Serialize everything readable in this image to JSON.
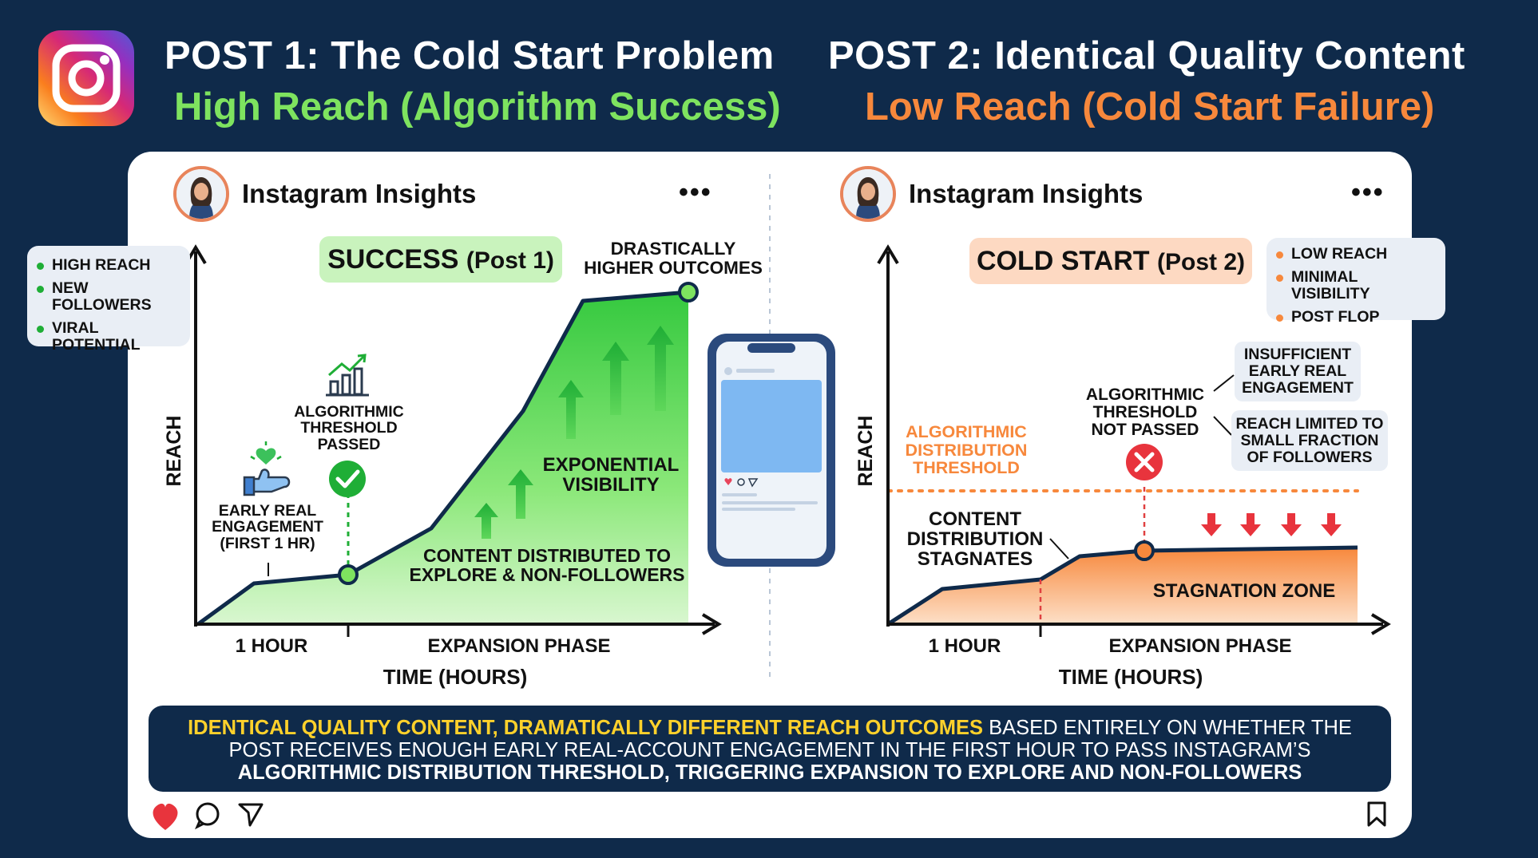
{
  "header": {
    "post1_title": "POST 1: The Cold Start Problem",
    "post1_subtitle": "High Reach (Algorithm Success)",
    "post2_title": "POST 2: Identical Quality Content",
    "post2_subtitle": "Low Reach (Cold Start Failure)"
  },
  "colors": {
    "background": "#0f2a4a",
    "success_green": "#7ee35f",
    "failure_orange": "#f7883c",
    "banner_yellow": "#ffd12b"
  },
  "panel1": {
    "app_name": "Instagram Insights",
    "more": "•••",
    "badge_main": "SUCCESS",
    "badge_sub": "(Post 1)",
    "legend": [
      "HIGH REACH",
      "NEW FOLLOWERS",
      "VIRAL POTENTIAL"
    ],
    "y_axis_label": "REACH",
    "x_axis_label": "TIME (HOURS)",
    "x_tick_1": "1 HOUR",
    "x_tick_2": "EXPANSION PHASE",
    "label_early": "EARLY REAL ENGAGEMENT (FIRST 1 HR)",
    "label_threshold": "ALGORITHMIC THRESHOLD PASSED",
    "label_outcomes": "DRASTICALLY HIGHER OUTCOMES",
    "label_visibility": "EXPONENTIAL VISIBILITY",
    "label_distributed": "CONTENT DISTRIBUTED TO EXPLORE & NON-FOLLOWERS"
  },
  "panel2": {
    "app_name": "Instagram Insights",
    "more": "•••",
    "badge_main": "COLD START",
    "badge_sub": "(Post 2)",
    "legend": [
      "LOW REACH",
      "MINIMAL VISIBILITY",
      "POST FLOP"
    ],
    "y_axis_label": "REACH",
    "x_axis_label": "TIME (HOURS)",
    "x_tick_1": "1 HOUR",
    "x_tick_2": "EXPANSION PHASE",
    "label_threshold_line": "ALGORITHMIC DISTRIBUTION THRESHOLD",
    "label_not_passed": "ALGORITHMIC THRESHOLD NOT PASSED",
    "bubble_insufficient": "INSUFFICIENT EARLY REAL ENGAGEMENT",
    "bubble_limited": "REACH LIMITED TO SMALL FRACTION OF FOLLOWERS",
    "label_stagnates": "CONTENT DISTRIBUTION STAGNATES",
    "label_zone": "STAGNATION ZONE"
  },
  "banner": {
    "highlight": "IDENTICAL QUALITY CONTENT, DRAMATICALLY DIFFERENT REACH OUTCOMES",
    "text1": " BASED ENTIRELY ON WHETHER THE POST RECEIVES ENOUGH EARLY REAL-ACCOUNT ENGAGEMENT IN THE FIRST HOUR TO PASS INSTAGRAM’S ",
    "bold": "ALGORITHMIC DISTRIBUTION THRESHOLD, TRIGGERING EXPANSION TO EXPLORE AND NON-FOLLOWERS"
  }
}
